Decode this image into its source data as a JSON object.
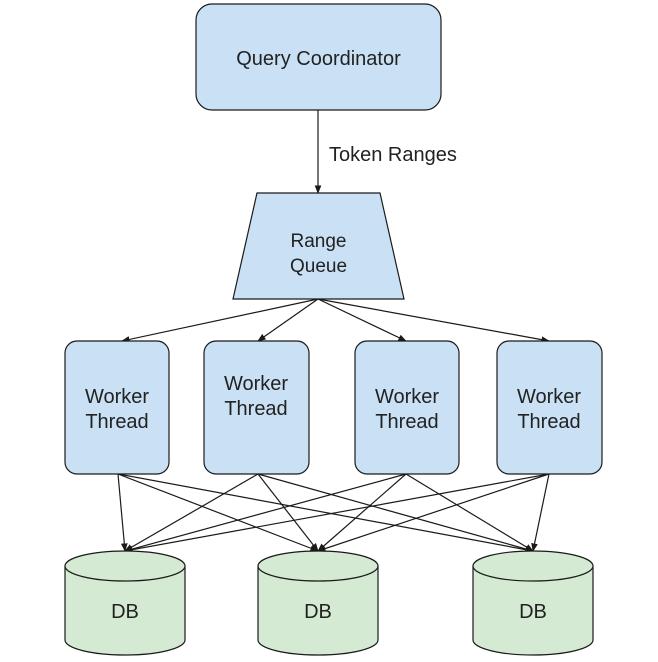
{
  "colors": {
    "box_fill": "#c9e0f5",
    "db_fill": "#d4ead3",
    "stroke": "#1a1a1a",
    "line": "#1a1a1a",
    "text": "#222222"
  },
  "coordinator": {
    "label": "Query Coordinator"
  },
  "edge_label": "Token Ranges",
  "queue": {
    "line1": "Range",
    "line2": "Queue"
  },
  "workers": [
    {
      "line1": "Worker",
      "line2": "Thread"
    },
    {
      "line1": "Worker",
      "line2": "Thread"
    },
    {
      "line1": "Worker",
      "line2": "Thread"
    },
    {
      "line1": "Worker",
      "line2": "Thread"
    }
  ],
  "databases": [
    {
      "label": "DB"
    },
    {
      "label": "DB"
    },
    {
      "label": "DB"
    }
  ]
}
